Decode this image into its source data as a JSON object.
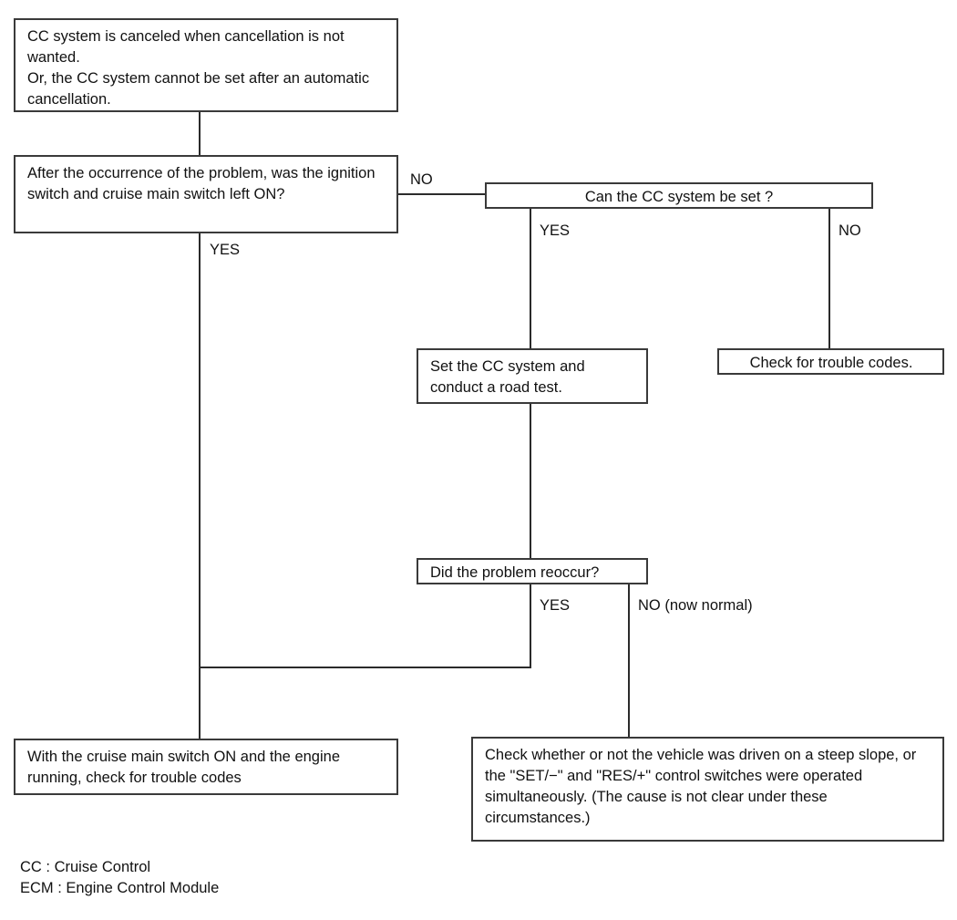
{
  "diagram": {
    "title": "CC System Cancellation Troubleshooting Flowchart",
    "line_color": "#2b2b2b",
    "box_border_color": "#3a3a3a",
    "background_color": "#ffffff",
    "text_color": "#111111"
  },
  "nodes": {
    "symptom": {
      "text": "CC system is canceled when cancellation is not wanted.\nOr, the CC system cannot be set after an automatic cancellation."
    },
    "question_switches_left_on": {
      "text": "After the occurrence of the problem, was the ignition switch and cruise main switch left ON?"
    },
    "question_can_set": {
      "text": "Can the CC system be set ?"
    },
    "action_set_and_road_test": {
      "text": "Set the CC system and conduct a road test."
    },
    "action_check_trouble_codes": {
      "text": "Check for trouble codes."
    },
    "question_reoccur": {
      "text": "Did the problem reoccur?"
    },
    "action_cruise_on_check_codes": {
      "text": "With the cruise main switch ON and the engine running, check for trouble codes"
    },
    "action_check_steep_slope": {
      "text": "Check whether or not the vehicle was driven on a steep slope, or the \"SET/−\" and \"RES/+\" control switches were operated simultaneously. (The cause is not clear under these circumstances.)"
    }
  },
  "edge_labels": {
    "switches_no": "NO",
    "switches_yes": "YES",
    "can_set_yes": "YES",
    "can_set_no": "NO",
    "reoccur_yes": "YES",
    "reoccur_no": "NO (now normal)"
  },
  "legend": {
    "text": "CC : Cruise Control\nECM : Engine Control Module"
  }
}
